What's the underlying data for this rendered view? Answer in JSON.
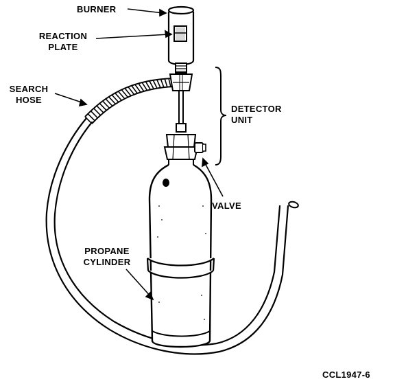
{
  "labels": {
    "burner": "BURNER",
    "reaction_plate_line1": "REACTION",
    "reaction_plate_line2": "PLATE",
    "search_hose_line1": "SEARCH",
    "search_hose_line2": "HOSE",
    "detector_unit_line1": "DETECTOR",
    "detector_unit_line2": "UNIT",
    "valve": "VALVE",
    "propane_cylinder_line1": "PROPANE",
    "propane_cylinder_line2": "CYLINDER"
  },
  "figure_id": "CCL1947-6",
  "colors": {
    "ink": "#000000",
    "paper": "#ffffff"
  }
}
